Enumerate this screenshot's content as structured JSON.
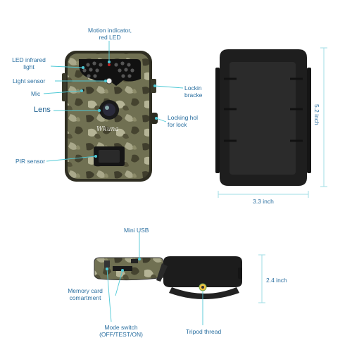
{
  "labels": {
    "motion_indicator_line1": "Motion indicator,",
    "motion_indicator_line2": "red LED",
    "led_infrared_line1": "LED infrared",
    "led_infrared_line2": "light",
    "light_sensor": "Light sensor",
    "mic": "Mic",
    "lens": "Lens",
    "pir_sensor": "PIR sensor",
    "locking_bracket_line1": "Lockin",
    "locking_bracket_line2": "bracke",
    "locking_hole_line1": "Locking hol",
    "locking_hole_line2": "for lock",
    "brand": "Wkuna",
    "mini_usb": "Mini USB",
    "memory_card_line1": "Memory card",
    "memory_card_line2": "comartment",
    "mode_switch_line1": "Mode switch",
    "mode_switch_line2": "(OFF/TEST/ON)",
    "tripod_thread": "Tripod thread"
  },
  "dimensions": {
    "height": "5.2 inch",
    "width": "3.3 inch",
    "depth": "2.4 inch"
  },
  "colors": {
    "label_text": "#2a6fa0",
    "callout_line": "#4ec9d6",
    "dimension_line": "#9fdde6",
    "camo_base": "#6b6a4e",
    "camo_dark": "#3f3d2c",
    "camo_light": "#a9a88a",
    "case_black": "#1e1e1e"
  }
}
